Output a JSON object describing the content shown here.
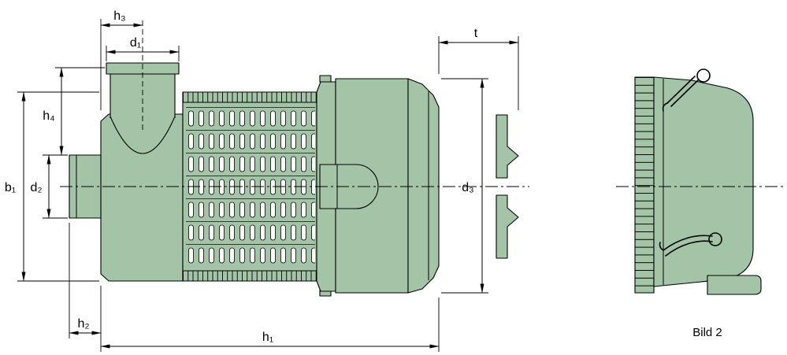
{
  "drawing": {
    "caption": "Bild 2",
    "labels": {
      "h1": "h₁",
      "h2": "h₂",
      "h3": "h₃",
      "h4": "h₄",
      "d1": "d₁",
      "d2": "d₂",
      "d3": "d₃",
      "b1": "b₁",
      "t": "t"
    }
  },
  "colors": {
    "part_fill": "#a3c4a6",
    "slot_fill": "#ffffff",
    "line_color": "#000000",
    "background": "#ffffff"
  }
}
